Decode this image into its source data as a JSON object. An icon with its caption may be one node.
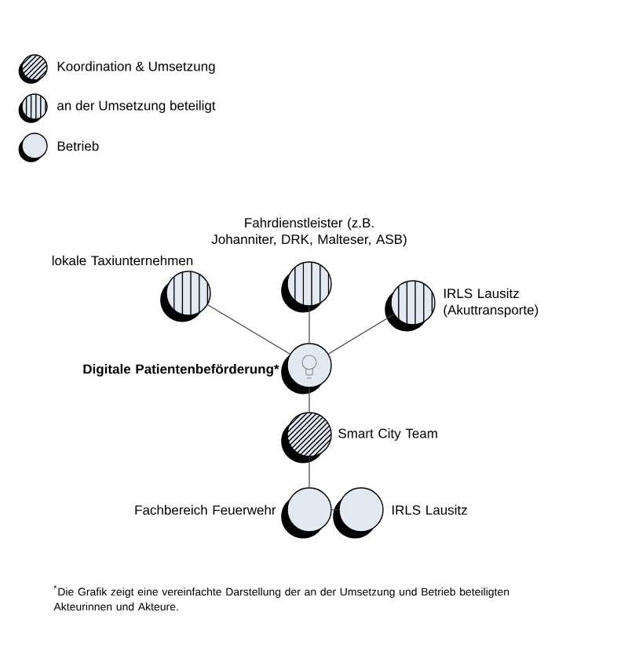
{
  "diagram": {
    "nodes": [
      {
        "text": [
          "Fahrdienstleister (z.B. Johanniter, DRK, Malteser, ASB)"
        ]
      },
      {
        "text": [
          "lokale Taxiunternehmen"
        ]
      },
      {
        "text": [
          "IRLS Lausitz (Akuttransporte)"
        ]
      },
      {
        "text": [
          "Digitale Patientenbeförderung*"
        ]
      },
      {
        "text": [
          "Smart City Team"
        ]
      },
      {
        "text": [
          "Fachbereich Feuerwehr"
        ]
      },
      {
        "text": [
          "IRLS Lausitz"
        ]
      }
    ],
    "edges": [
      {
        "from": 3,
        "to": 1,
        "arrow": "none"
      },
      {
        "from": 3,
        "to": 0,
        "arrow": "none"
      },
      {
        "from": 3,
        "to": 2,
        "arrow": "none"
      },
      {
        "from": 3,
        "to": 4,
        "arrow": "none"
      },
      {
        "from": 4,
        "to": 5,
        "arrow": "none"
      },
      {
        "from": 5,
        "to": 6,
        "arrow": "none"
      }
    ],
    "labels": [
      "$^{*}$Die Grafik zeigt eine vereinfachte Darstellung der an der Umsetzung und Betrieb beteiligten Akteurinnen und Akteure."
    ],
    "legend": [
      {
        "text": "Koordination & Umsetzung"
      },
      {
        "text": "an der Umsetzung beteiligt"
      },
      {
        "text": "Betrieb"
      }
    ]
  }
}
